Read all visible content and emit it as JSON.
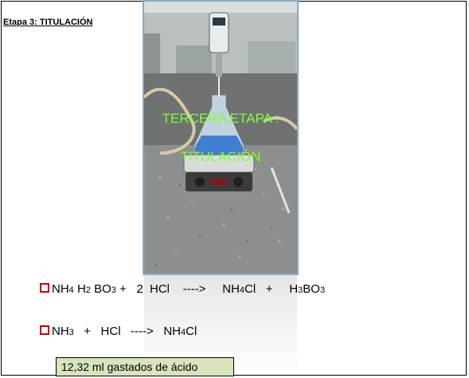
{
  "step_title": "Etapa 3: TITULACIÓN",
  "photo": {
    "caption_line1": "TERCERA ETAPA :",
    "caption_line2": "TITULACIÓN"
  },
  "equation1": {
    "r1_a": "NH",
    "r1_a_sub": "4",
    "r1_b": " H",
    "r1_b_sub": "2",
    "r1_c": " BO",
    "r1_c_sub": "3",
    "plus1": " +   2  HCl    ---->     ",
    "p1": "NH",
    "p1_sub": "4",
    "p1_b": "Cl",
    "plus2": "   +     ",
    "p2": "H",
    "p2_sub": "3",
    "p2_b": "BO",
    "p2_b_sub": "3"
  },
  "equation2": {
    "r1": "NH",
    "r1_sub": "3",
    "mid": "   +   HCl   ---->   ",
    "p1": "NH",
    "p1_sub": "4",
    "p1_b": "Cl"
  },
  "note": "12,32  ml gastados de ácido",
  "colors": {
    "bullet": "#c00000",
    "note_bg": "#d8e4bc",
    "caption": "#7fff3a"
  }
}
